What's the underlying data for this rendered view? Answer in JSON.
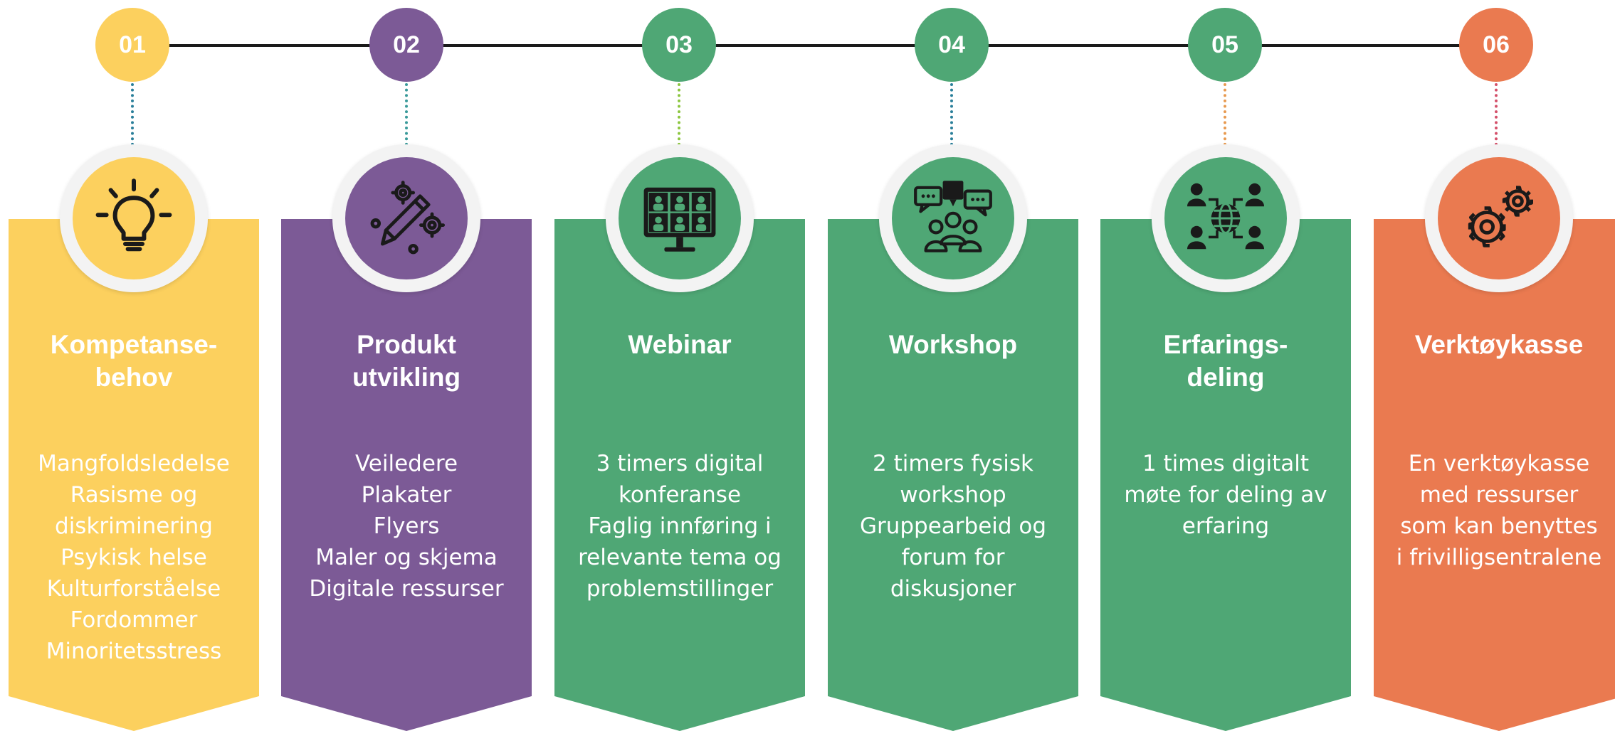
{
  "colors": {
    "yellow": "#fcd05e",
    "purple": "#7c5a96",
    "green": "#4fa775",
    "orange": "#ea7a50",
    "ring": "#f3f3f3",
    "line": "#1a1a1a"
  },
  "steps": [
    {
      "number": "01",
      "color": "#fcd05e",
      "connector_color": "#2a7f9a",
      "icon": "lightbulb-icon",
      "title_lines": [
        "Kompetanse-",
        "behov"
      ],
      "desc_lines": [
        "Mangfoldsledelse",
        "Rasisme og",
        "diskriminering",
        "Psykisk helse",
        "Kulturforståelse",
        "Fordommer",
        "Minoritetsstress"
      ]
    },
    {
      "number": "02",
      "color": "#7c5a96",
      "connector_color": "#3a9a9a",
      "icon": "pencil-gears-icon",
      "title_lines": [
        "Produkt",
        "utvikling"
      ],
      "desc_lines": [
        "Veiledere",
        "Plakater",
        "Flyers",
        "Maler og skjema",
        "Digitale ressurser"
      ]
    },
    {
      "number": "03",
      "color": "#4fa775",
      "connector_color": "#8cc63f",
      "icon": "video-conference-icon",
      "title_lines": [
        "Webinar"
      ],
      "desc_lines": [
        "3 timers digital",
        "konferanse",
        "Faglig innføring i",
        "relevante tema og",
        "problemstillinger"
      ]
    },
    {
      "number": "04",
      "color": "#4fa775",
      "connector_color": "#2a7f9a",
      "icon": "group-discussion-icon",
      "title_lines": [
        "Workshop"
      ],
      "desc_lines": [
        "2 timers fysisk",
        "workshop",
        "Gruppearbeid og",
        "forum for",
        "diskusjoner"
      ]
    },
    {
      "number": "05",
      "color": "#4fa775",
      "connector_color": "#e89a50",
      "icon": "global-network-icon",
      "title_lines": [
        "Erfarings-",
        "deling"
      ],
      "desc_lines": [
        "1 times digitalt",
        "møte for deling av",
        "erfaring"
      ]
    },
    {
      "number": "06",
      "color": "#ea7a50",
      "connector_color": "#d4506a",
      "icon": "gears-icon",
      "title_lines": [
        "Verktøykasse"
      ],
      "desc_lines": [
        "En verktøykasse",
        "med ressurser",
        "som kan benyttes",
        "i frivilligsentralene"
      ]
    }
  ]
}
